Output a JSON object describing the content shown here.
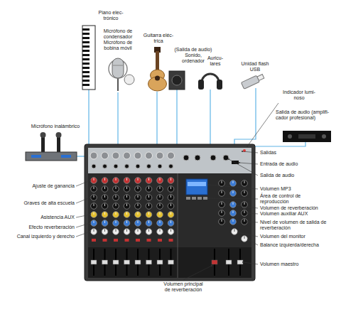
{
  "diagram": {
    "labels": [
      "Piano elec- trónico",
      "Micrófono de condensador Micrófono de bobina móvil",
      "Guitarra eléc- trica",
      "(Salida de audio) Sonido, ordenador",
      "Auricu- lares",
      "Unidad flash USB",
      "Indicador lumi- noso",
      "Salida de audio (amplifi- cador profesional)",
      "Micrófono inalámbrico",
      "Ajuste de ganancia",
      "Graves de alta escuela",
      "Asistencia AUX",
      "Efecto reverberación",
      "Canal izquierdo y derecho",
      "Salidas",
      "Entrada de audio",
      "Salida de audio",
      "Volumen MP3",
      "Área de control de reproducción",
      "Volumen de reverberación",
      "Volumen auxiliar AUX",
      "Nivel de volumen de salida de reverberación",
      "Volumen del monitor",
      "Balance izquierda/derecha",
      "Volumen maestro",
      "Volumen principal de reverberación"
    ]
  }
}
